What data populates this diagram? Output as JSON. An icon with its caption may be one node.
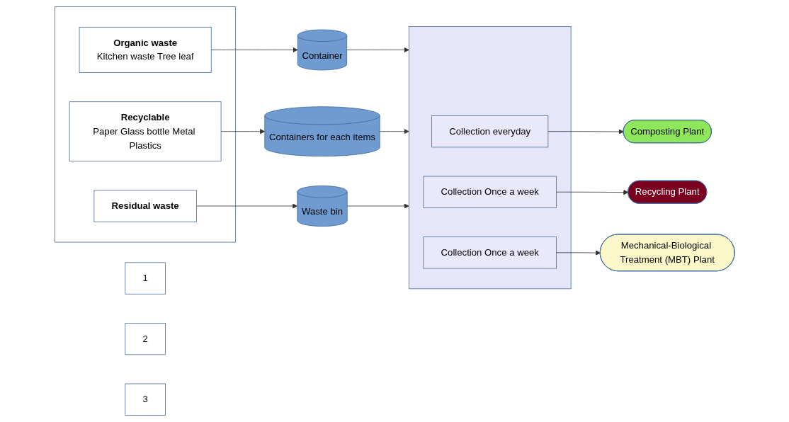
{
  "diagram": {
    "nodes": [
      {
        "text": [],
        "shape": "box"
      },
      {
        "text": [
          "Organic waste",
          "Kitchen waste Tree leaf"
        ],
        "in": 0
      },
      {
        "text": [
          "Recyclable",
          "Paper Glass bottle Metal Plastics"
        ],
        "in": 0
      },
      {
        "text": [
          "Residual waste"
        ],
        "in": 0
      },
      {
        "text": [
          "Container"
        ]
      },
      {
        "text": [
          "Containers for each items"
        ]
      },
      {
        "text": [
          "Waste bin"
        ]
      },
      {
        "text": [],
        "shape": "box"
      },
      {
        "text": [
          "Collection everyday"
        ],
        "in": 7
      },
      {
        "text": [
          "Collection Once a week"
        ],
        "in": 7
      },
      {
        "text": [
          "Collection Once a week"
        ],
        "in": 7
      },
      {
        "text": [
          "Composting Plant"
        ]
      },
      {
        "text": [
          "Recycling Plant"
        ]
      },
      {
        "text": [
          "Mechanical-Biological Treatment (MBT) Plant"
        ]
      },
      {
        "text": [
          "1"
        ]
      },
      {
        "text": [
          "2"
        ]
      },
      {
        "text": [
          "3"
        ]
      }
    ],
    "edges": [
      {
        "from": 1,
        "to": 4,
        "arrow": "to"
      },
      {
        "from": 2,
        "to": 5,
        "arrow": "to"
      },
      {
        "from": 3,
        "to": 6,
        "arrow": "to"
      },
      {
        "from": 4,
        "to": 7,
        "arrow": "to"
      },
      {
        "from": 5,
        "to": 7,
        "arrow": "to"
      },
      {
        "from": 6,
        "to": 7,
        "arrow": "to"
      },
      {
        "from": 8,
        "to": 11,
        "arrow": "to"
      },
      {
        "from": 9,
        "to": 12,
        "arrow": "to"
      },
      {
        "from": 10,
        "to": 13,
        "arrow": "to"
      }
    ]
  }
}
